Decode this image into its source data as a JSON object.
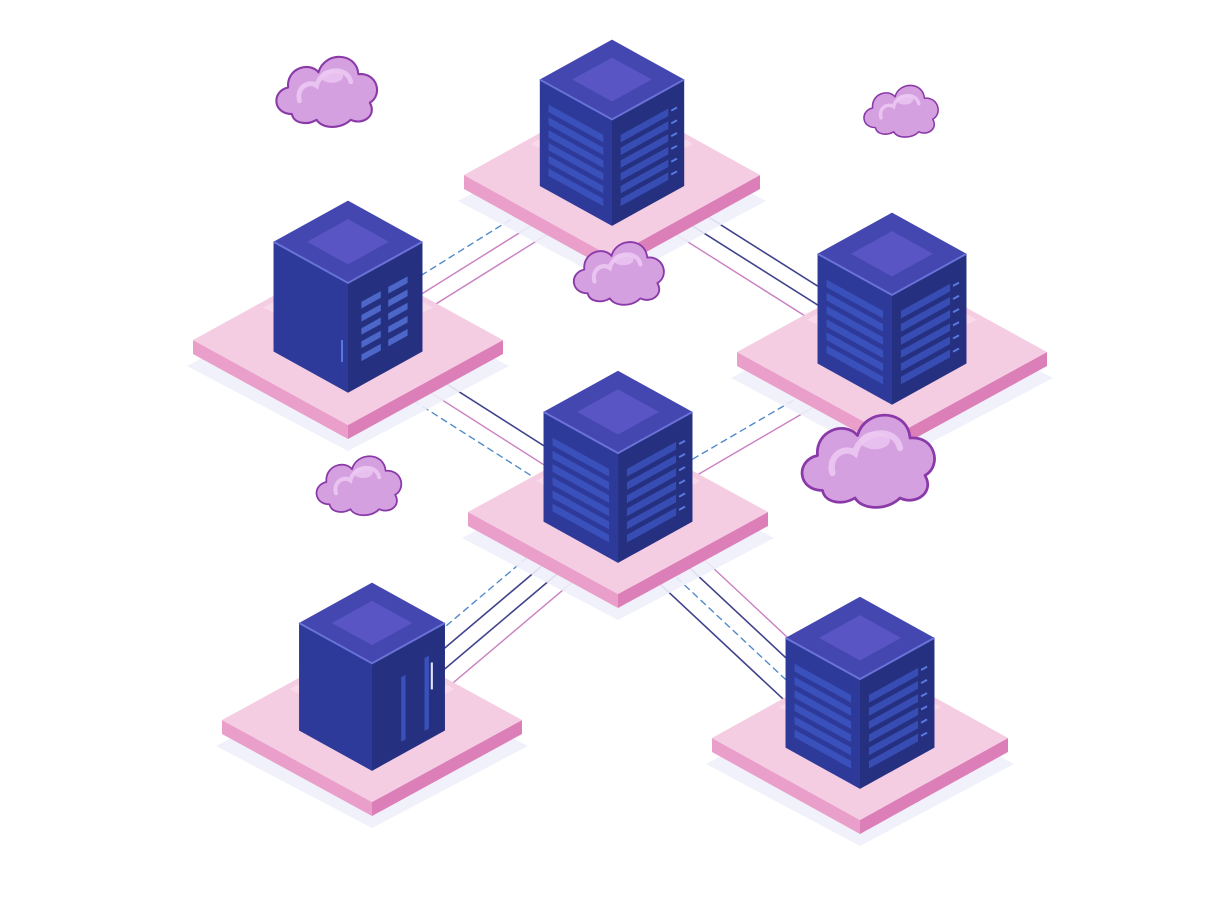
{
  "colors": {
    "background": "#ffffff",
    "platform_top": "#f5cde3",
    "platform_top_light": "#fbe3f0",
    "platform_side_left": "#ea9fcb",
    "platform_side_right": "#dc7fb8",
    "platform_shadow": "#eef0fa",
    "server_top": "#4547b0",
    "server_top_panel": "#5b56c8",
    "server_left": "#2e3a9a",
    "server_right": "#253080",
    "server_slot": "#3c55c0",
    "server_slot_light": "#5a7ae0",
    "cloud_fill": "#d5a0e0",
    "cloud_highlight": "#ecc8f2",
    "cloud_stroke": "#8a3aa8",
    "link_solid_pink": "#c06ab8",
    "link_solid_navy": "#2c2f80",
    "link_dashed": "#3f7fc6"
  },
  "nodes": [
    {
      "id": "top",
      "icon": "server-icon",
      "cloud": "cloud-icon",
      "front_style": "rack"
    },
    {
      "id": "upper-left",
      "icon": "server-icon",
      "cloud": "cloud-icon",
      "front_style": "grid"
    },
    {
      "id": "upper-right",
      "icon": "server-icon",
      "cloud": "cloud-icon",
      "front_style": "rack"
    },
    {
      "id": "center",
      "icon": "server-icon",
      "cloud": "cloud-icon",
      "front_style": "rack"
    },
    {
      "id": "lower-left",
      "icon": "server-icon",
      "cloud": "cloud-icon",
      "front_style": "cabinet"
    },
    {
      "id": "lower-right",
      "icon": "server-icon",
      "cloud": "cloud-icon",
      "front_style": "rack"
    }
  ],
  "connections": [
    {
      "from": "top",
      "to": "upper-left",
      "styles": [
        "pink",
        "pink",
        "dashed"
      ]
    },
    {
      "from": "top",
      "to": "upper-right",
      "styles": [
        "navy",
        "navy",
        "pink"
      ]
    },
    {
      "from": "upper-left",
      "to": "center",
      "styles": [
        "navy",
        "pink",
        "dashed"
      ]
    },
    {
      "from": "upper-right",
      "to": "center",
      "styles": [
        "pink",
        "dashed"
      ]
    },
    {
      "from": "center",
      "to": "lower-left",
      "styles": [
        "pink",
        "navy",
        "navy",
        "dashed"
      ]
    },
    {
      "from": "center",
      "to": "lower-right",
      "styles": [
        "pink",
        "navy",
        "dashed",
        "navy"
      ]
    }
  ]
}
